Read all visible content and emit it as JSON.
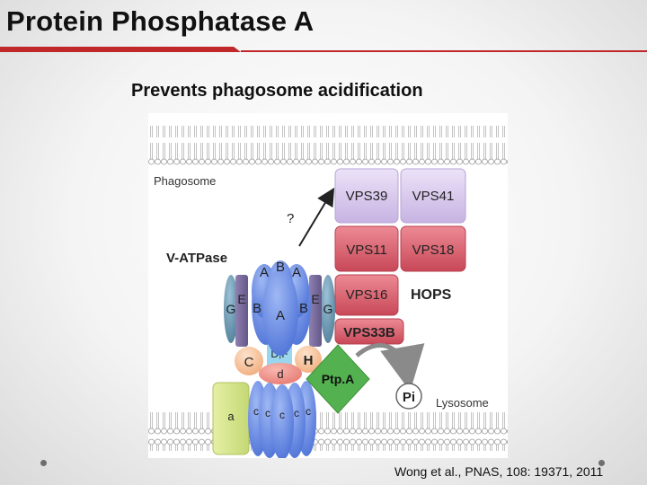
{
  "slide": {
    "title": "Protein Phosphatase A",
    "subtitle": "Prevents phagosome acidification",
    "citation": "Wong et al., PNAS, 108: 19371, 2011"
  },
  "diagram": {
    "compartments": {
      "top": "Phagosome",
      "bottom": "Lysosome"
    },
    "unknown_link": "?",
    "v_atpase": {
      "label": "V-ATPase",
      "subunits": {
        "A_top_left": "A",
        "B_top": "B",
        "A_top_right": "A",
        "E_left": "E",
        "E_right": "E",
        "G_left": "G",
        "G_right": "G",
        "B_left": "B",
        "A_center": "A",
        "B_right": "B",
        "DF": "D,F",
        "C": "C",
        "H": "H",
        "d": "d",
        "a": "a",
        "c_ring": [
          "c",
          "c",
          "c",
          "c",
          "c"
        ]
      }
    },
    "hops": {
      "label": "HOPS",
      "vps39": "VPS39",
      "vps41": "VPS41",
      "vps11": "VPS11",
      "vps18": "VPS18",
      "vps16": "VPS16",
      "vps33b": "VPS33B"
    },
    "ptpa": "Ptp.A",
    "pi": "Pi"
  },
  "colors": {
    "title_rule": "#c0282a",
    "vps_top": "#d9c8ee",
    "vps_hops": "#d8606e",
    "vatpase_blue": "#5b7fe0",
    "vatpase_teal": "#5a86a0",
    "vatpase_purple": "#7a6c9c",
    "subunit_orange": "#f6c29c",
    "subunit_pink": "#f08c84",
    "subunit_a": "#d8e68a",
    "ptpa_green": "#53b24f",
    "df_cyan": "#9ad6ee"
  }
}
